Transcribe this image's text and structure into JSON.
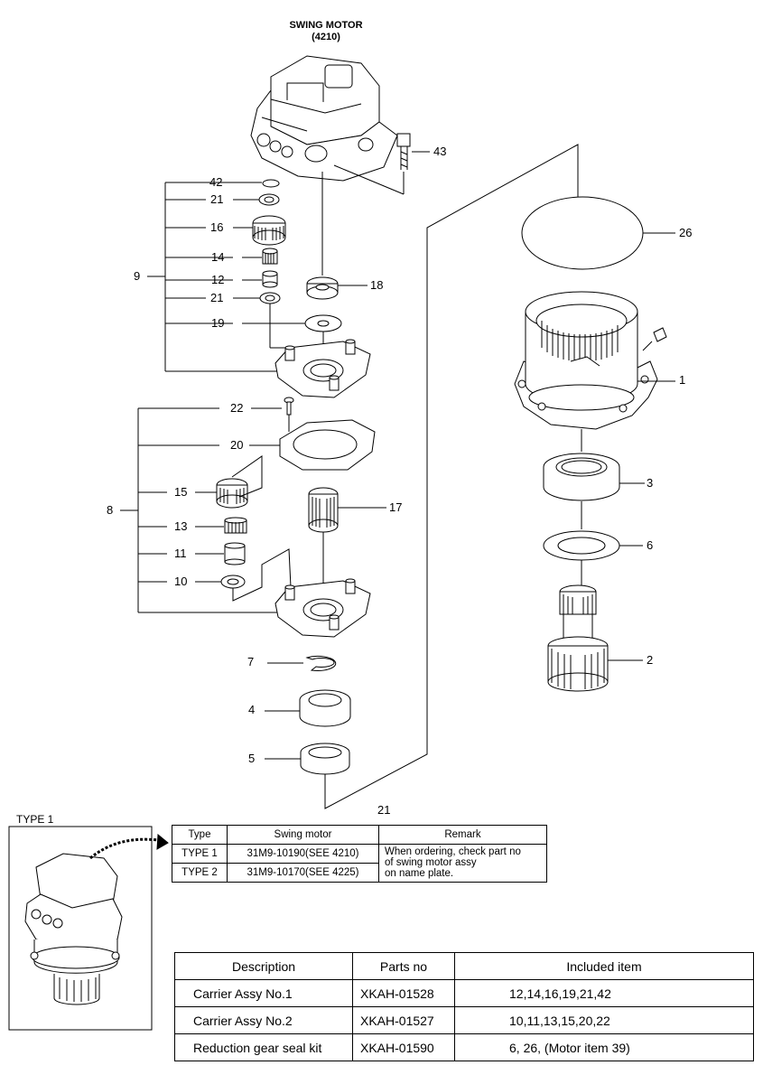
{
  "title": {
    "line1": "SWING MOTOR",
    "line2": "(4210)"
  },
  "callouts": [
    "43",
    "42",
    "21",
    "16",
    "14",
    "9",
    "12",
    "21",
    "18",
    "19",
    "26",
    "1",
    "22",
    "20",
    "8",
    "15",
    "17",
    "13",
    "3",
    "11",
    "6",
    "10",
    "7",
    "2",
    "4",
    "5",
    "21"
  ],
  "type1_label": "TYPE 1",
  "type_table": {
    "headers": [
      "Type",
      "Swing motor",
      "Remark"
    ],
    "rows": [
      {
        "type": "TYPE 1",
        "motor": "31M9-10190(SEE 4210)"
      },
      {
        "type": "TYPE 2",
        "motor": "31M9-10170(SEE 4225)"
      }
    ],
    "remark_lines": [
      "When ordering, check part no",
      "of swing motor assy",
      "on name plate."
    ]
  },
  "parts_table": {
    "headers": [
      "Description",
      "Parts no",
      "Included item"
    ],
    "rows": [
      {
        "description": "Carrier Assy No.1",
        "parts_no": "XKAH-01528",
        "included": "12,14,16,19,21,42"
      },
      {
        "description": "Carrier Assy No.2",
        "parts_no": "XKAH-01527",
        "included": "10,11,13,15,20,22"
      },
      {
        "description": "Reduction gear seal kit",
        "parts_no": "XKAH-01590",
        "included": "6, 26, (Motor item 39)"
      }
    ]
  }
}
